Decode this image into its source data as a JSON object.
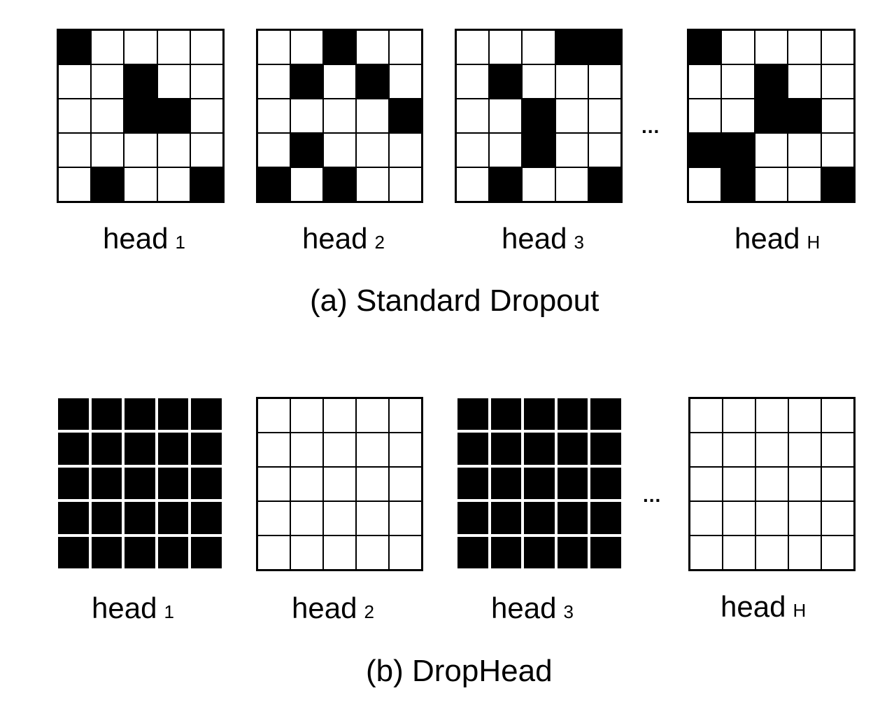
{
  "panel_a": {
    "caption": "(a) Standard Dropout",
    "ellipsis": "...",
    "heads": [
      {
        "name": "head",
        "sub": "1",
        "mask": [
          [
            1,
            0,
            0,
            0,
            0
          ],
          [
            0,
            0,
            1,
            0,
            0
          ],
          [
            0,
            0,
            1,
            1,
            0
          ],
          [
            0,
            0,
            0,
            0,
            0
          ],
          [
            0,
            1,
            0,
            0,
            1
          ]
        ]
      },
      {
        "name": "head",
        "sub": "2",
        "mask": [
          [
            0,
            0,
            1,
            0,
            0
          ],
          [
            0,
            1,
            0,
            1,
            0
          ],
          [
            0,
            0,
            0,
            0,
            1
          ],
          [
            0,
            1,
            0,
            0,
            0
          ],
          [
            1,
            0,
            1,
            0,
            0
          ]
        ]
      },
      {
        "name": "head",
        "sub": "3",
        "mask": [
          [
            0,
            0,
            0,
            1,
            1
          ],
          [
            0,
            1,
            0,
            0,
            0
          ],
          [
            0,
            0,
            1,
            0,
            0
          ],
          [
            0,
            0,
            1,
            0,
            0
          ],
          [
            0,
            1,
            0,
            0,
            1
          ]
        ]
      },
      {
        "name": "head",
        "sub": "H",
        "mask": [
          [
            1,
            0,
            0,
            0,
            0
          ],
          [
            0,
            0,
            1,
            0,
            0
          ],
          [
            0,
            0,
            1,
            1,
            0
          ],
          [
            1,
            1,
            0,
            0,
            0
          ],
          [
            0,
            1,
            0,
            0,
            1
          ]
        ]
      }
    ]
  },
  "panel_b": {
    "caption": "(b) DropHead",
    "ellipsis": "...",
    "heads": [
      {
        "name": "head",
        "sub": "1",
        "dropped": true
      },
      {
        "name": "head",
        "sub": "2",
        "dropped": false
      },
      {
        "name": "head",
        "sub": "3",
        "dropped": true
      },
      {
        "name": "head",
        "sub": "H",
        "dropped": false
      }
    ]
  }
}
